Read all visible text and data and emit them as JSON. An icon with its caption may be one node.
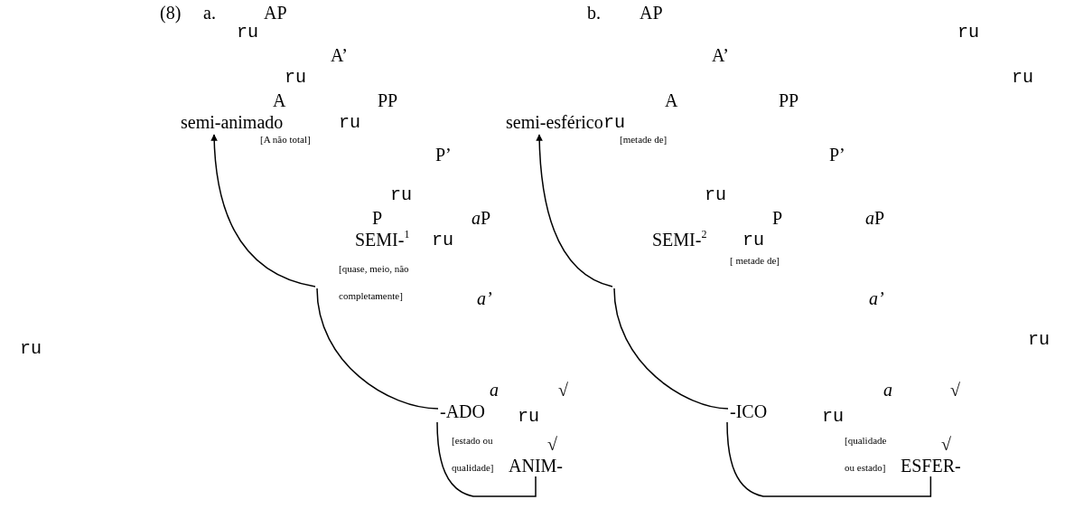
{
  "diagram": {
    "nodes": [
      {
        "text": [
          "semi-animado"
        ]
      },
      {
        "text": [
          "SEMI-$^{1}$"
        ]
      },
      {
        "text": [
          "-ADO"
        ]
      },
      {
        "text": [
          "ANIM-"
        ]
      },
      {
        "text": [
          "semi-esférico"
        ]
      },
      {
        "text": [
          "SEMI-$^{2}$"
        ]
      },
      {
        "text": [
          "-ICO"
        ]
      },
      {
        "text": [
          "ESFER-"
        ]
      }
    ],
    "edges": [
      {
        "from": 1,
        "to": 0,
        "arrow": "to"
      },
      {
        "from": 2,
        "to": 1,
        "arrow": "none"
      },
      {
        "from": 3,
        "to": 2,
        "arrow": "none"
      },
      {
        "from": 5,
        "to": 4,
        "arrow": "to"
      },
      {
        "from": 6,
        "to": 5,
        "arrow": "none"
      },
      {
        "from": 7,
        "to": 6,
        "arrow": "none"
      }
    ],
    "labels": [
      "(8)",
      "a.",
      "AP",
      "b.",
      "AP",
      "ru",
      "ru",
      "A’",
      "A’",
      "ru",
      "ru",
      "A",
      "PP",
      "A",
      "PP",
      "ru",
      "ru",
      "[A não total]",
      "[metade de]",
      "P’",
      "P’",
      "ru",
      "ru",
      "P",
      "aP",
      "P",
      "aP",
      "ru",
      "ru",
      "[quase, meio, não completamente]",
      "[ metade de]",
      "a’",
      "a’",
      "ru",
      "ru",
      "a",
      "√",
      "a",
      "√",
      "ru",
      "ru",
      "[estado ou qualidade]",
      "[qualidade ou estado]",
      "√",
      "√"
    ]
  }
}
